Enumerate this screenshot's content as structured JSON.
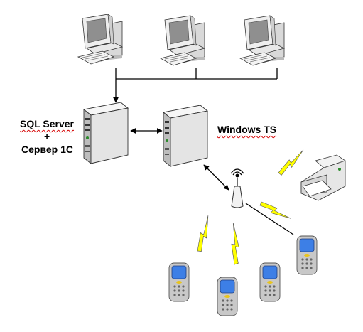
{
  "labels": {
    "sql_server": "SQL Server",
    "plus": "+",
    "server_1c": "Сервер 1С",
    "windows_ts": "Windows TS"
  },
  "nodes": {
    "workstations": [
      "workstation",
      "workstation",
      "workstation"
    ],
    "servers": [
      "sql-server",
      "windows-ts-server"
    ],
    "access_point": "wireless-access-point",
    "printer": "printer",
    "terminals": [
      "mobile-terminal",
      "mobile-terminal",
      "mobile-terminal",
      "mobile-terminal"
    ]
  },
  "colors": {
    "device_body": "#f2f2f2",
    "device_shadow": "#9a9a9a",
    "screen": "#3d7fe6",
    "terminal_body": "#c9c9c9",
    "lightning": "#ffff00",
    "squiggle": "#d40000"
  }
}
